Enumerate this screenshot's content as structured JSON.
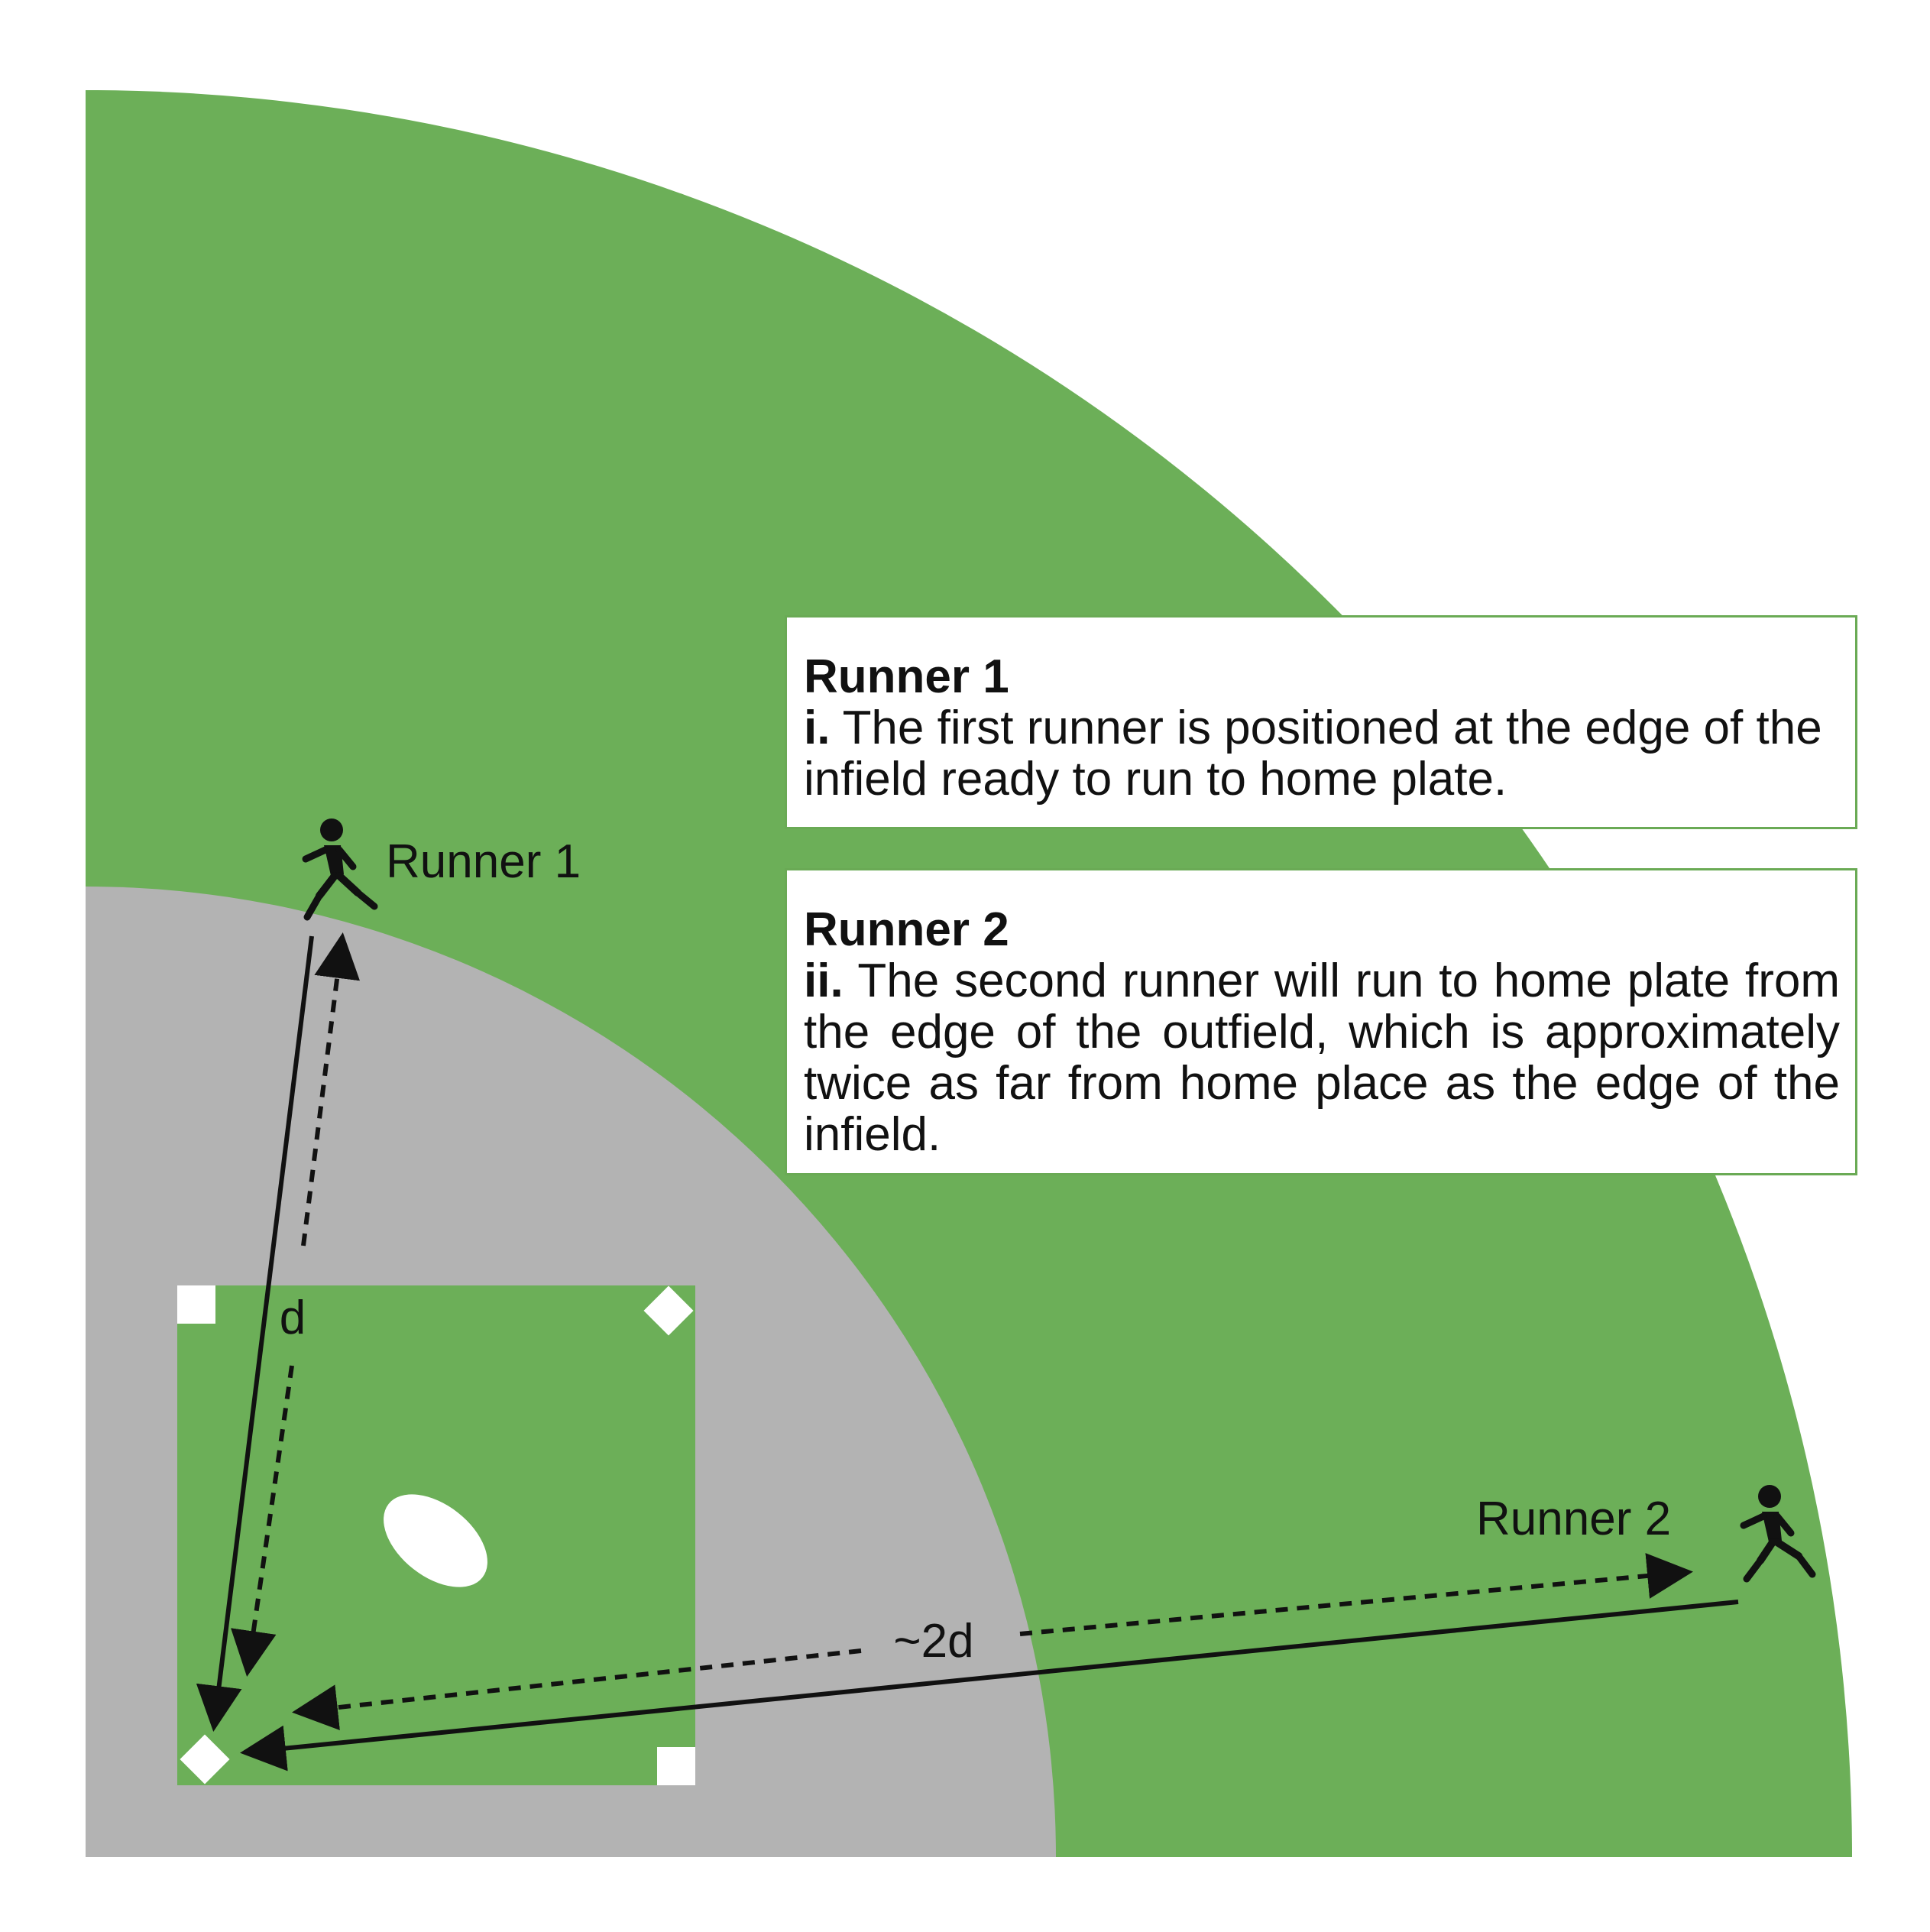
{
  "labels": {
    "runner1": "Runner 1",
    "runner2": "Runner 2",
    "distance_infield": "d",
    "distance_outfield": "~2d"
  },
  "boxes": {
    "runner1": {
      "heading": "Runner 1",
      "numeral": "i.",
      "text": "The first runner is positioned at the edge of the infield ready to run to home plate."
    },
    "runner2": {
      "heading": "Runner 2",
      "numeral": "ii.",
      "text": "The second runner will run to home plate from the edge of the outfield, which is approximately twice as far from home place as the edge of the infield."
    }
  },
  "colors": {
    "grass": "#6caf58",
    "infield_dirt": "#b3b3b3",
    "base": "#ffffff",
    "arrow": "#111111",
    "box_border": "#6aaa55"
  },
  "icons": {
    "runner": "running-person-icon"
  }
}
